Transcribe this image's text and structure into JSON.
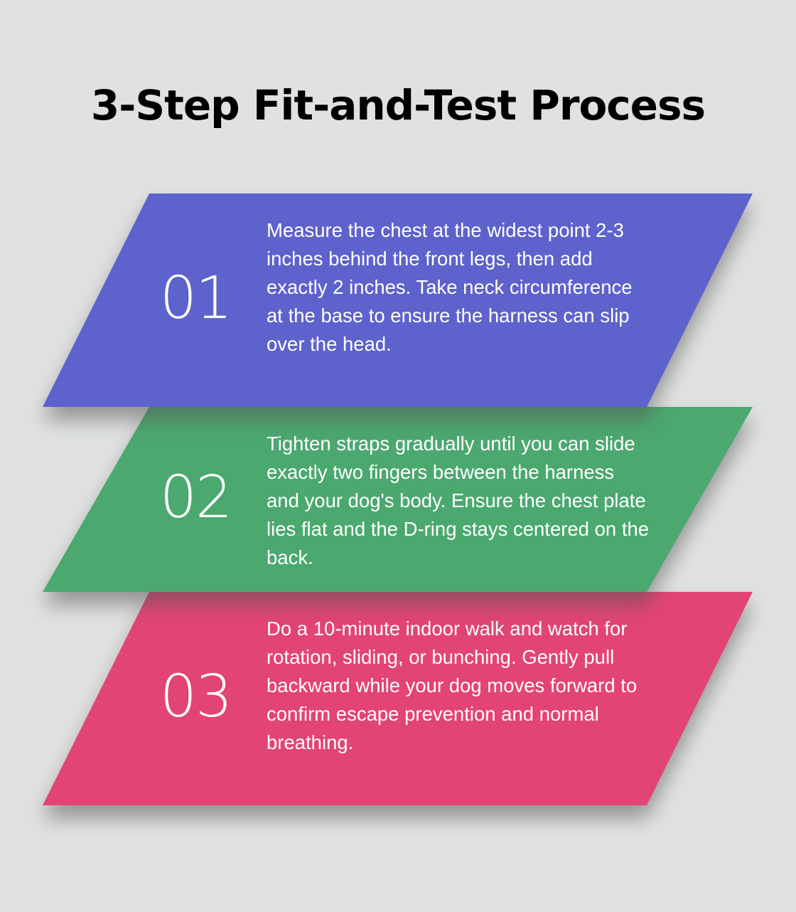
{
  "title": "3-Step Fit-and-Test Process",
  "background_color": "#dfe2e1",
  "steps": [
    {
      "number": "01",
      "color": "#5d62cc",
      "text": "Measure the chest at the widest point 2-3 inches behind the front legs, then add exactly 2 inches. Take neck circumference at the base to ensure the harness can slip over the head."
    },
    {
      "number": "02",
      "color": "#4ba86f",
      "text": "Tighten straps gradually until you can slide exactly two fingers between the harness and your dog's body. Ensure the chest plate lies flat and the D-ring stays centered on the back."
    },
    {
      "number": "03",
      "color": "#e24474",
      "text": "Do a 10-minute indoor walk and watch for rotation, sliding, or bunching. Gently pull backward while your dog moves forward to confirm escape prevention and normal breathing."
    }
  ]
}
